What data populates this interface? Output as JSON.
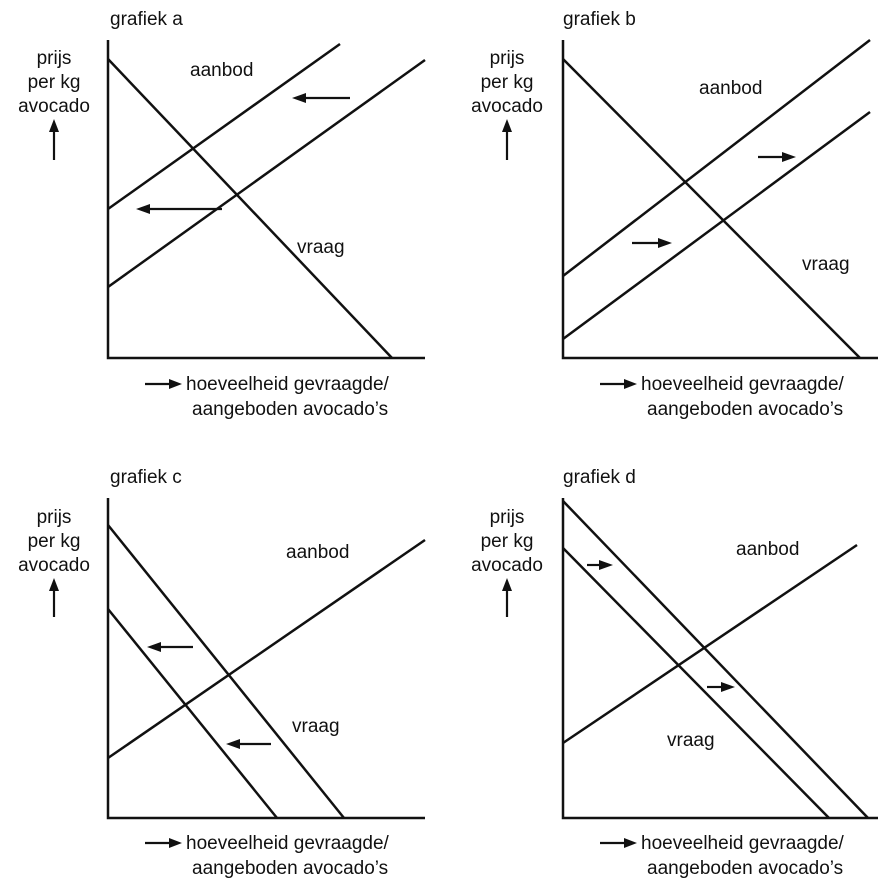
{
  "graphs": [
    {
      "title": "grafiek a",
      "ylabel": [
        "prijs",
        "per kg",
        "avocado"
      ],
      "xlabel": [
        "hoeveelheid gevraagde/",
        "aangeboden avocado’s"
      ],
      "supply_label": "aanbod",
      "demand_label": "vraag"
    },
    {
      "title": "grafiek b",
      "ylabel": [
        "prijs",
        "per kg",
        "avocado"
      ],
      "xlabel": [
        "hoeveelheid gevraagde/",
        "aangeboden avocado’s"
      ],
      "supply_label": "aanbod",
      "demand_label": "vraag"
    },
    {
      "title": "grafiek c",
      "ylabel": [
        "prijs",
        "per kg",
        "avocado"
      ],
      "xlabel": [
        "hoeveelheid gevraagde/",
        "aangeboden avocado’s"
      ],
      "supply_label": "aanbod",
      "demand_label": "vraag"
    },
    {
      "title": "grafiek d",
      "ylabel": [
        "prijs",
        "per kg",
        "avocado"
      ],
      "xlabel": [
        "hoeveelheid gevraagde/",
        "aangeboden avocado’s"
      ],
      "supply_label": "aanbod",
      "demand_label": "vraag"
    }
  ],
  "colors": {
    "ink": "#111111",
    "background": "#ffffff"
  }
}
